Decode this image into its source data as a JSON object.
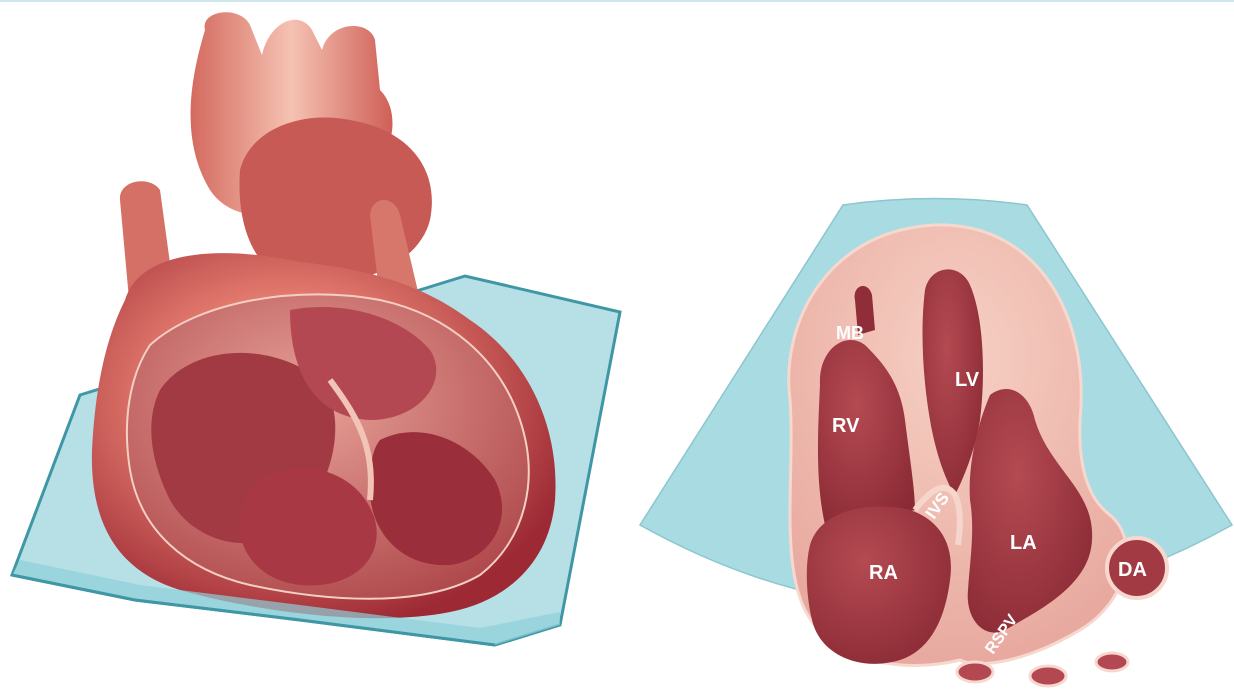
{
  "labels": {
    "mb": "MB",
    "lv": "LV",
    "rv": "RV",
    "ivs": "IVS",
    "ra": "RA",
    "la": "LA",
    "da": "DA",
    "rspv": "RSPV"
  },
  "colors": {
    "plane": "#a9dbe2",
    "plane_edge": "#3f97a6",
    "heart_outer": "#d9645c",
    "heart_dark": "#a5303a",
    "heart_light": "#f3b9a8",
    "chamber": "#a23a44",
    "wall": "#f2c3b7"
  }
}
